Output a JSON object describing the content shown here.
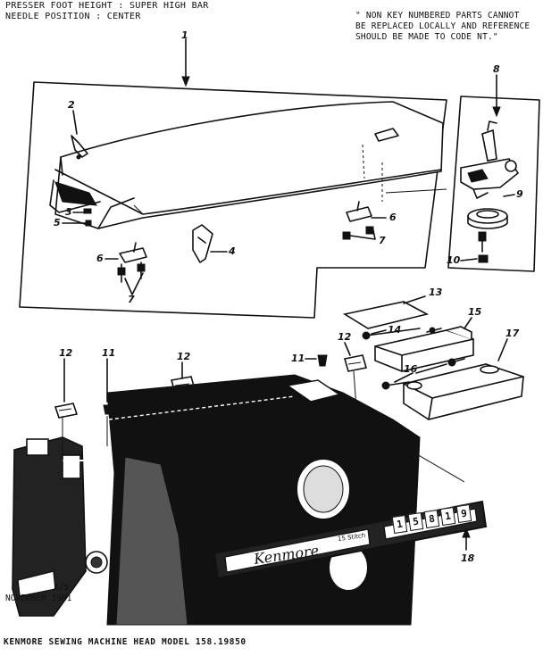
{
  "header": {
    "line1": "PRESSER FOOT HEIGHT : SUPER HIGH BAR",
    "line2": "NEEDLE POSITION : CENTER"
  },
  "note": {
    "line1": "\" NON KEY NUMBERED PARTS CANNOT",
    "line2": "BE REPLACED LOCALLY AND REFERENCE",
    "line3": "SHOULD BE MADE TO CODE NT.\""
  },
  "page_ref": {
    "code": "A/5",
    "date": "NOVEMBER 1981"
  },
  "footer": {
    "title": "KENMORE SEWING MACHINE HEAD MODEL 158.19850"
  },
  "nameplate": {
    "brand": "Kenmore",
    "stitch_label": "15 Stitch",
    "digits": [
      "1",
      "5",
      "8",
      "1",
      "9"
    ]
  },
  "callouts": [
    {
      "id": "c1",
      "label": "1"
    },
    {
      "id": "c2",
      "label": "2"
    },
    {
      "id": "c3",
      "label": "3"
    },
    {
      "id": "c4",
      "label": "4"
    },
    {
      "id": "c5",
      "label": "5"
    },
    {
      "id": "c6a",
      "label": "6"
    },
    {
      "id": "c6b",
      "label": "6"
    },
    {
      "id": "c7a",
      "label": "7"
    },
    {
      "id": "c7b",
      "label": "7"
    },
    {
      "id": "c8",
      "label": "8"
    },
    {
      "id": "c9",
      "label": "9"
    },
    {
      "id": "c10",
      "label": "10"
    },
    {
      "id": "c11a",
      "label": "11"
    },
    {
      "id": "c11b",
      "label": "11"
    },
    {
      "id": "c12a",
      "label": "12"
    },
    {
      "id": "c12b",
      "label": "12"
    },
    {
      "id": "c12c",
      "label": "12"
    },
    {
      "id": "c13",
      "label": "13"
    },
    {
      "id": "c14",
      "label": "14"
    },
    {
      "id": "c15",
      "label": "15"
    },
    {
      "id": "c16",
      "label": "16"
    },
    {
      "id": "c17",
      "label": "17"
    },
    {
      "id": "c18",
      "label": "18"
    }
  ]
}
